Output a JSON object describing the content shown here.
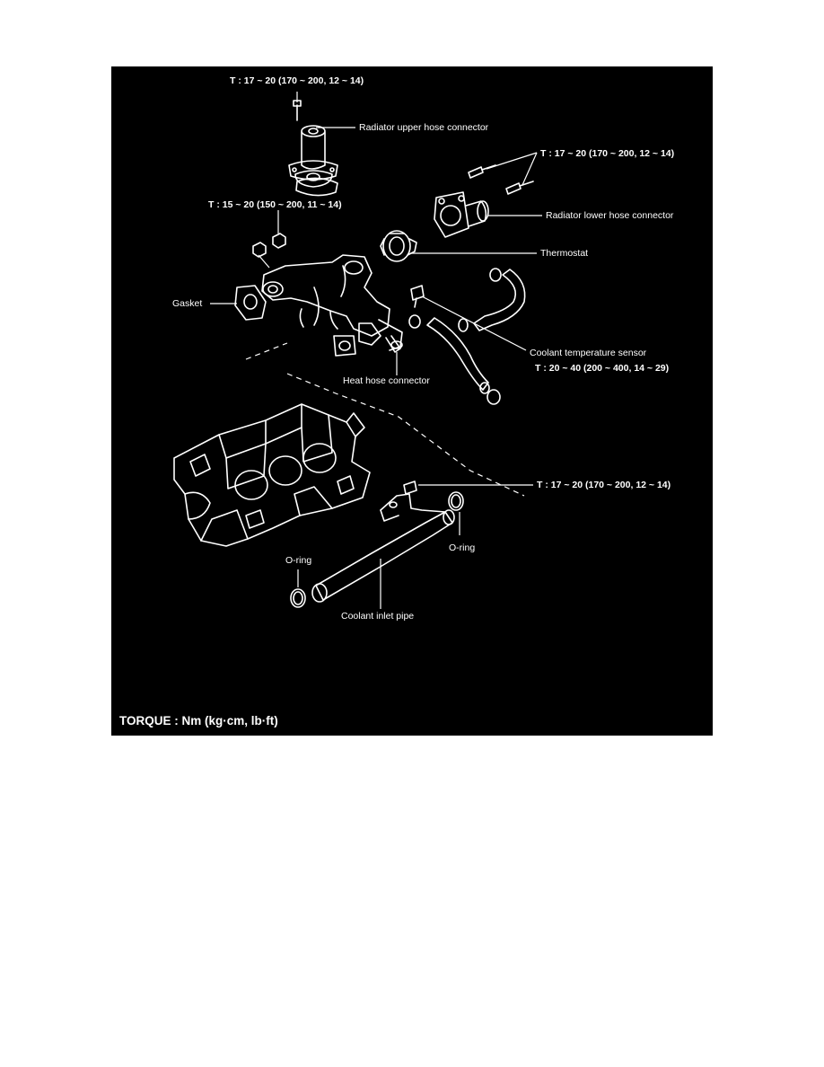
{
  "labels": {
    "torque_top": "T : 17 ~ 20 (170 ~ 200, 12 ~ 14)",
    "radiator_upper": "Radiator upper hose connector",
    "torque_right_top": "T : 17 ~ 20 (170 ~ 200, 12 ~ 14)",
    "torque_left": "T : 15 ~ 20 (150 ~ 200, 11 ~ 14)",
    "radiator_lower": "Radiator lower hose connector",
    "thermostat": "Thermostat",
    "gasket": "Gasket",
    "coolant_temp_sensor": "Coolant temperature sensor",
    "torque_sensor": "T : 20 ~ 40 (200 ~ 400, 14 ~ 29)",
    "heat_hose": "Heat hose connector",
    "torque_inlet": "T : 17 ~ 20 (170 ~ 200, 12 ~ 14)",
    "oring_right": "O-ring",
    "oring_left": "O-ring",
    "coolant_inlet": "Coolant inlet pipe"
  },
  "footer": "TORQUE : Nm (kg·cm, lb·ft)",
  "colors": {
    "background": "#000000",
    "foreground": "#ffffff",
    "page": "#ffffff"
  }
}
